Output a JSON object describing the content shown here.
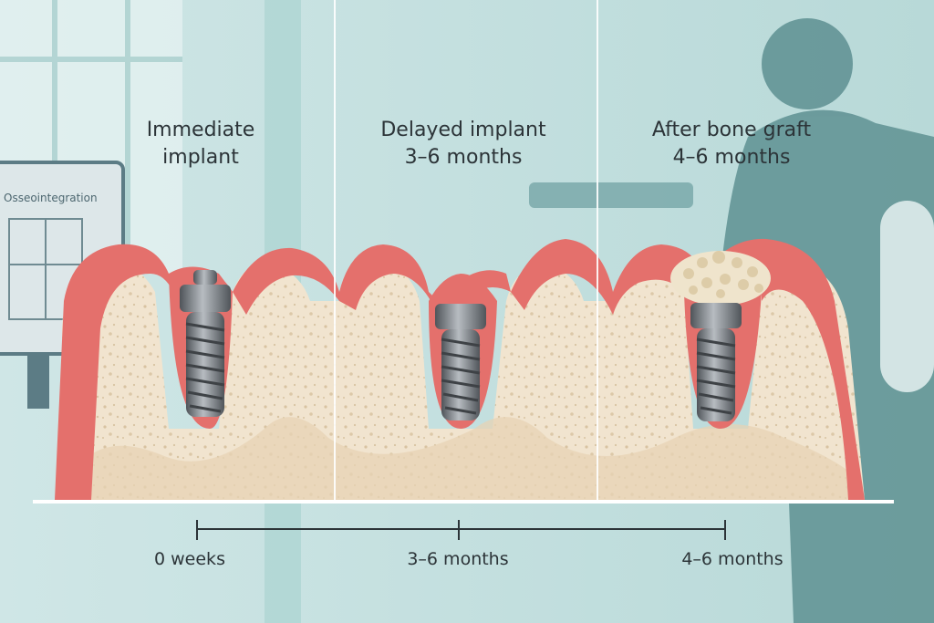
{
  "panels": [
    {
      "title_lines": [
        "Immediate",
        "implant"
      ]
    },
    {
      "title_lines": [
        "Delayed implant",
        "3–6 months"
      ]
    },
    {
      "title_lines": [
        "After bone graft",
        "4–6 months"
      ]
    }
  ],
  "timeline": {
    "ticks": [
      "0 weeks",
      "3–6 months",
      "4–6 months"
    ]
  },
  "background": {
    "monitor_text": "Osseointegration"
  },
  "colors": {
    "gum": "#e4706c",
    "gum_light": "#f4a39c",
    "bone": "#f1e4cf",
    "implant": "#7d8287",
    "graft": "#efe4cc",
    "background": "#dbeeed"
  }
}
